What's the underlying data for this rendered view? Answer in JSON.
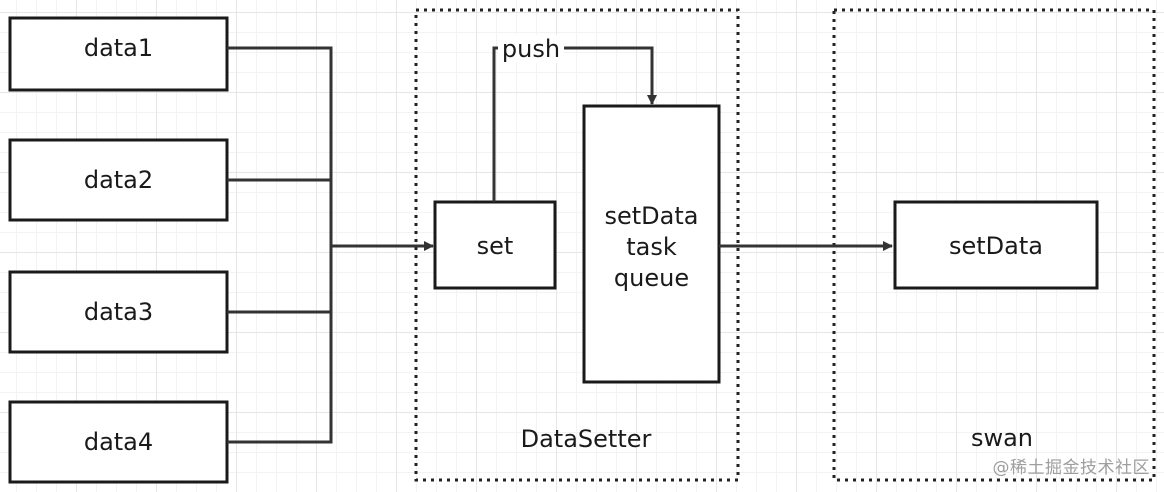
{
  "diagram": {
    "inputs": [
      "data1",
      "data2",
      "data3",
      "data4"
    ],
    "edge_push_label": "push",
    "datasetter": {
      "label": "DataSetter",
      "set_label": "set",
      "queue_lines": [
        "setData",
        "task",
        "queue"
      ]
    },
    "swan": {
      "label": "swan",
      "setdata_label": "setData"
    }
  },
  "watermark": "@稀土掘金技术社区"
}
